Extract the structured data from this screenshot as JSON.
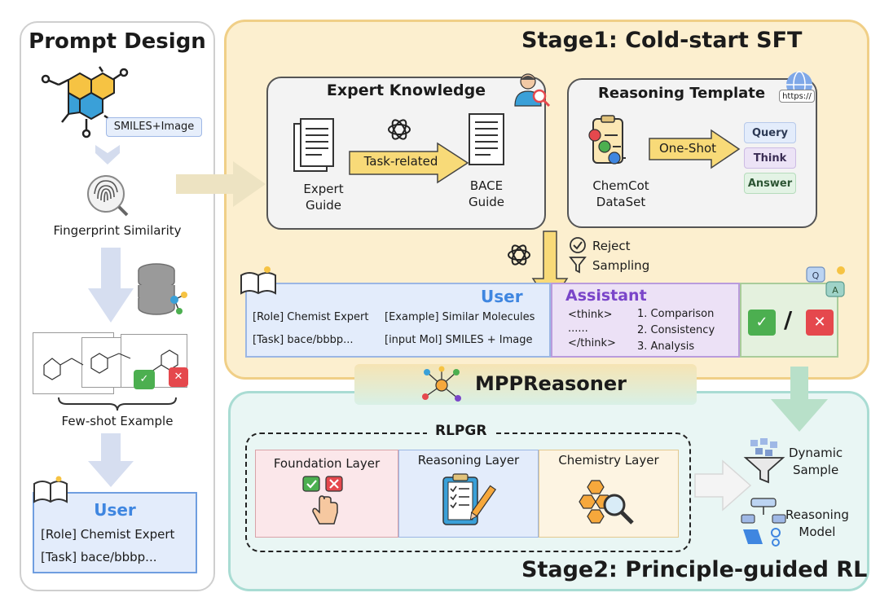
{
  "prompt_design": {
    "title": "Prompt Design",
    "smiles_tag": "SMILES+Image",
    "fingerprint_label": "Fingerprint Similarity",
    "fewshot_label": "Few-shot Example",
    "user_box": {
      "title": "User",
      "line1": "[Role] Chemist Expert",
      "line2": "[Task] bace/bbbp..."
    }
  },
  "stage1": {
    "title": "Stage1: Cold-start SFT",
    "expert_knowledge": {
      "title": "Expert Knowledge",
      "arrow_label": "Task-related",
      "left_doc_label": "Expert\nGuide",
      "right_doc_label": "BACE\nGuide"
    },
    "reasoning_template": {
      "title": "Reasoning Template",
      "url_badge": "https://",
      "arrow_label": "One-Shot",
      "dataset_label": "ChemCot\nDataSet",
      "tags": [
        "Query",
        "Think",
        "Answer"
      ]
    },
    "reject_sampling": "Reject\nSampling",
    "user_panel": {
      "title": "User",
      "role": "[Role] Chemist Expert",
      "example": "[Example] Similar Molecules",
      "task": "[Task] bace/bbbp...",
      "input": "[input Mol] SMILES + Image"
    },
    "assistant_panel": {
      "title": "Assistant",
      "think_open": "<think>",
      "dots": "......",
      "think_close": "</think>",
      "steps": [
        "1. Comparison",
        "2. Consistency",
        "3. Analysis"
      ]
    },
    "verdict_separator": "/"
  },
  "mppreasoner": {
    "title": "MPPReasoner"
  },
  "stage2": {
    "title": "Stage2: Principle-guided RL",
    "rlpgr_label": "RLPGR",
    "layers": [
      "Foundation Layer",
      "Reasoning Layer",
      "Chemistry Layer"
    ],
    "dynamic_sample": "Dynamic\nSample",
    "reasoning_model": "Reasoning\nModel"
  },
  "colors": {
    "stage1_bg": "#fcefcf",
    "stage1_border": "#f0cf87",
    "stage2_bg": "#e9f6f4",
    "stage2_border": "#a9dcd3",
    "user_blue": "#3f86e0",
    "assistant_purple": "#7a45c9",
    "arrow_yellow": "#f8da78",
    "check_green": "#4caf50",
    "cross_red": "#e5484d"
  }
}
